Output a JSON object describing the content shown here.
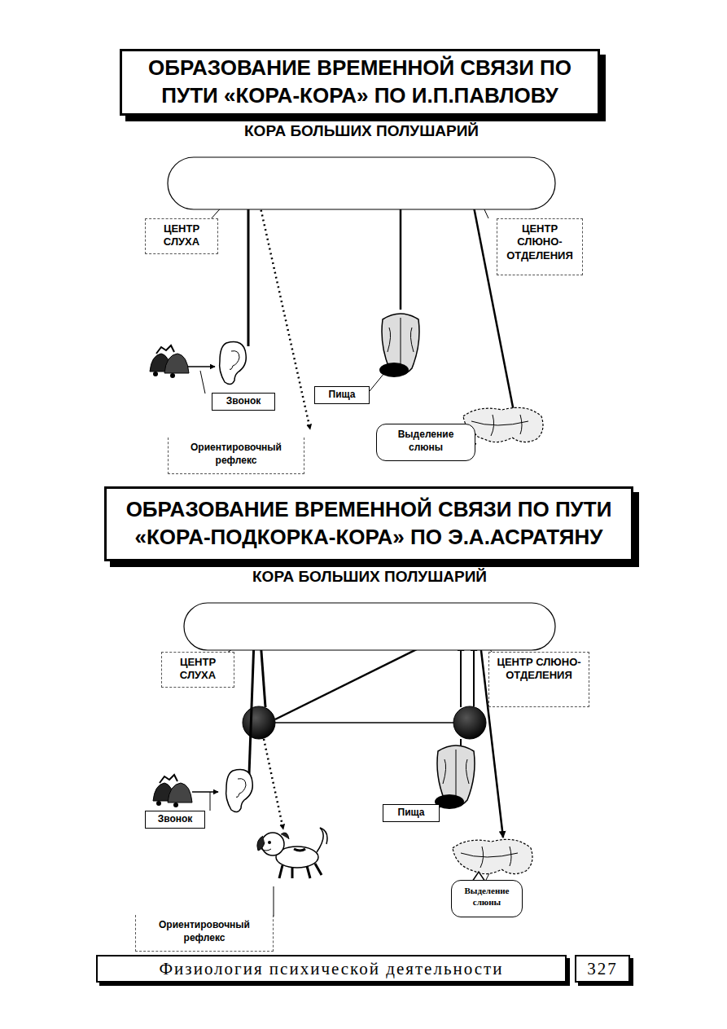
{
  "diagram": {
    "nodes": [
      {
        "text": [
          "ОБРАЗОВАНИЕ ВРЕМЕННОЙ СВЯЗИ ПО ПУТИ «КОРА-КОРА» ПО И.П.ПАВЛОВУ"
        ]
      },
      {
        "text": [
          "КОРА БОЛЬШИХ ПОЛУШАРИЙ"
        ]
      },
      {
        "text": [
          "ЦЕНТР СЛУХА"
        ]
      },
      {
        "text": [
          "ЦЕНТР СЛЮНО- ОТДЕЛЕНИЯ"
        ]
      },
      {
        "text": [
          "Звонок"
        ]
      },
      {
        "text": [
          "Пища"
        ]
      },
      {
        "text": [
          "Выделение слюны"
        ]
      },
      {
        "text": [
          "Ориентировочный рефлекс"
        ]
      },
      {
        "text": [
          "ОБРАЗОВАНИЕ ВРЕМЕННОЙ СВЯЗИ ПО ПУТИ «КОРА-ПОДКОРКА-КОРА» ПО Э.А.АСРАТЯНУ"
        ]
      },
      {
        "text": [
          "КОРА БОЛЬШИХ ПОЛУШАРИЙ"
        ]
      },
      {
        "text": [
          "ЦЕНТР СЛУХА"
        ]
      },
      {
        "text": [
          "ЦЕНТР СЛЮНО- ОТДЕЛЕНИЯ"
        ]
      },
      {
        "text": [
          "Звонок"
        ]
      },
      {
        "text": [
          "Пища"
        ]
      },
      {
        "text": [
          "Выделение слюны"
        ]
      },
      {
        "text": [
          "Ориентировочный рефлекс"
        ]
      },
      {
        "text": [
          "Физиология психической деятельности"
        ]
      },
      {
        "text": [
          "327"
        ]
      }
    ]
  }
}
